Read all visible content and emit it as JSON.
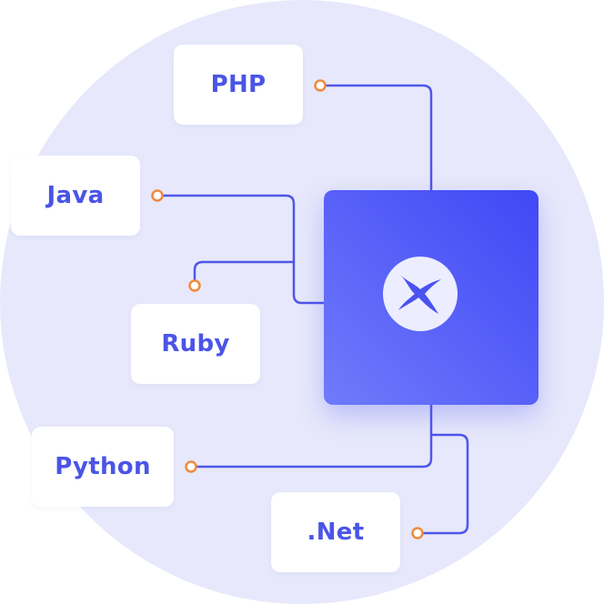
{
  "diagram": {
    "hub_icon": "integration-logo-icon",
    "nodes": {
      "php": "PHP",
      "java": "Java",
      "ruby": "Ruby",
      "python": "Python",
      "net": ".Net"
    },
    "colors": {
      "background_circle": "#e7e8fb",
      "card": "#ffffff",
      "label": "#4a55e6",
      "wire": "#4f57e9",
      "connector": "#f08a3c",
      "hub": "#4f58f6"
    }
  }
}
